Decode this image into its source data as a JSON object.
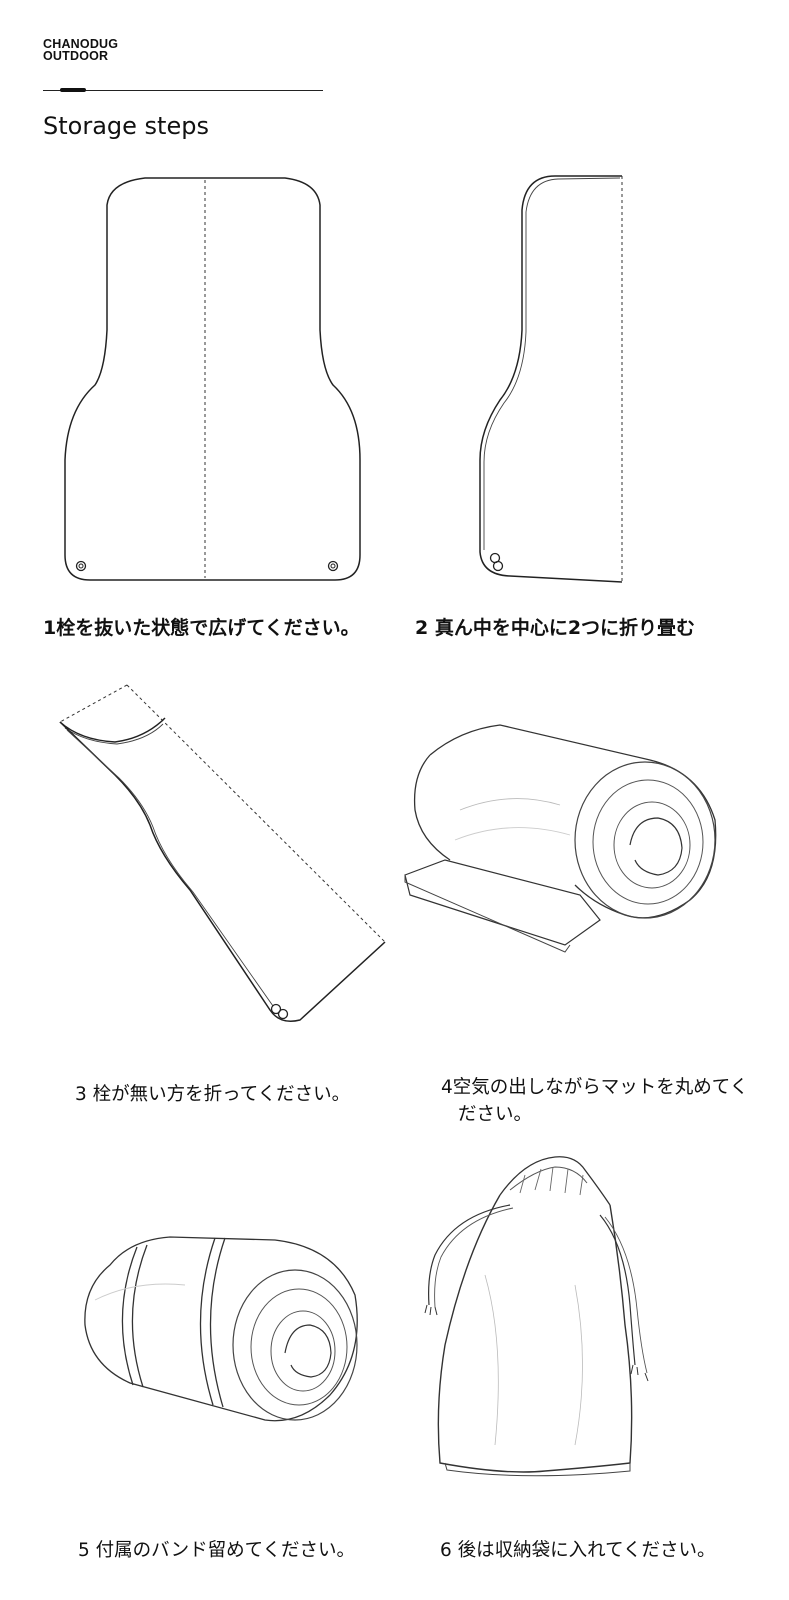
{
  "header": {
    "brand_line1": "CHANODUG",
    "brand_line2": "OUTDOOR",
    "title": "Storage steps"
  },
  "steps": [
    {
      "caption": "1栓を抜いた状態で広げてください。",
      "illustration": "unfolded-mat-illustration"
    },
    {
      "caption": "2 真ん中を中心に2つに折り畳む",
      "illustration": "folded-half-mat-illustration"
    },
    {
      "caption": "3 栓が無い方を折ってください。",
      "illustration": "folded-diagonal-mat-illustration"
    },
    {
      "caption_line1": "4空気の出しながらマットを丸めてく",
      "caption_line2": "ださい。",
      "illustration": "rolling-mat-illustration"
    },
    {
      "caption": "5 付属のバンド留めてください。",
      "illustration": "banded-roll-illustration"
    },
    {
      "caption": "6 後は収納袋に入れてください。",
      "illustration": "storage-bag-illustration"
    }
  ]
}
